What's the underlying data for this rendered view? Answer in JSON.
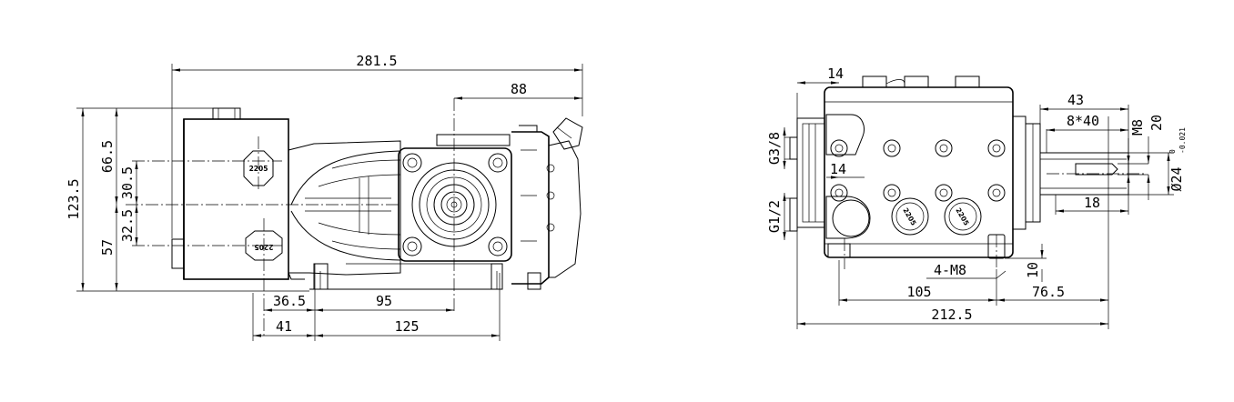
{
  "left_view": {
    "dim_overall_length": "281.5",
    "dim_shaft_end": "88",
    "dim_overall_height": "123.5",
    "dim_upper_port": "66.5",
    "dim_port_spacing_upper": "30.5",
    "dim_port_spacing_lower": "32.5",
    "dim_lower_height": "57",
    "dim_base_a": "36.5",
    "dim_base_b": "95",
    "dim_base_c": "41",
    "dim_base_d": "125",
    "plug_label_1": "2205",
    "plug_label_2": "2205"
  },
  "right_view": {
    "dim_port_offset_top": "14",
    "dim_port_offset_mid": "14",
    "dim_inlet_thread": "G3/8",
    "dim_outlet_thread": "G1/2",
    "dim_shaft_length": "43",
    "dim_keyway": "8*40",
    "dim_thread": "M8",
    "dim_shaft_key": "20",
    "dim_shaft_diameter": "Ø24",
    "dim_shaft_tolerance_upper": "0",
    "dim_shaft_tolerance_lower": "-0.021",
    "dim_shaft_step": "18",
    "dim_mount_holes": "4-M8",
    "dim_foot_height": "10",
    "dim_mount_spacing": "105",
    "dim_mount_offset": "76.5",
    "dim_overall_width": "212.5",
    "plug_label_1": "2205",
    "plug_label_2": "2205"
  }
}
